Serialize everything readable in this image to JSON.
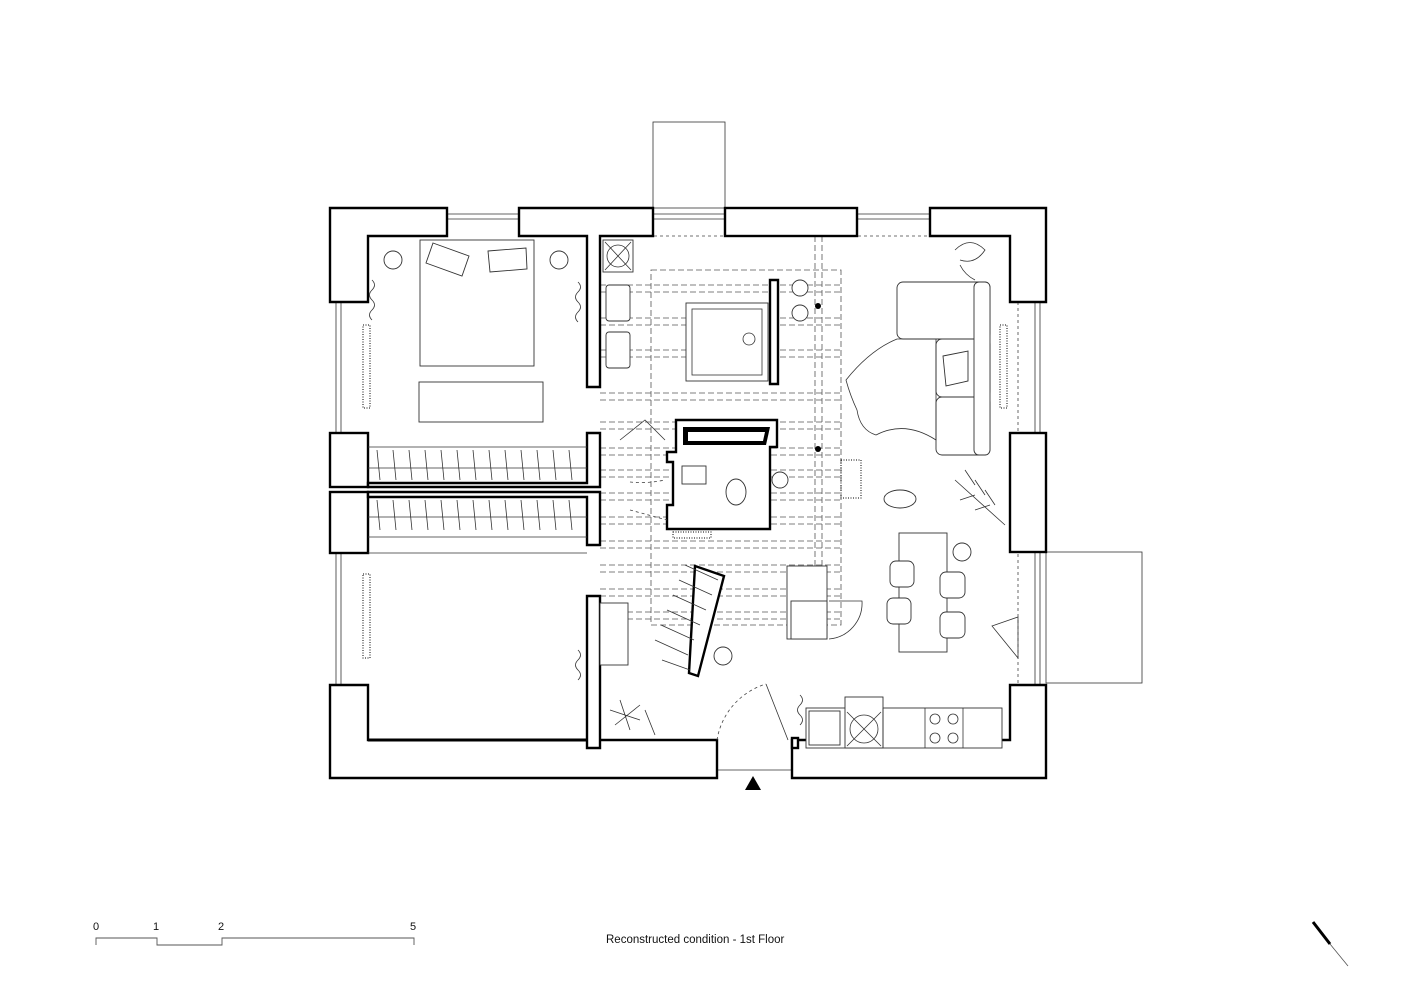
{
  "drawing": {
    "title": "Reconstructed condition - 1st Floor",
    "entrance_marker": "entrance-arrow-icon",
    "north_marker": "north-arrow-icon"
  },
  "scale_bar": {
    "ticks": [
      "0",
      "1",
      "2",
      "5"
    ]
  }
}
